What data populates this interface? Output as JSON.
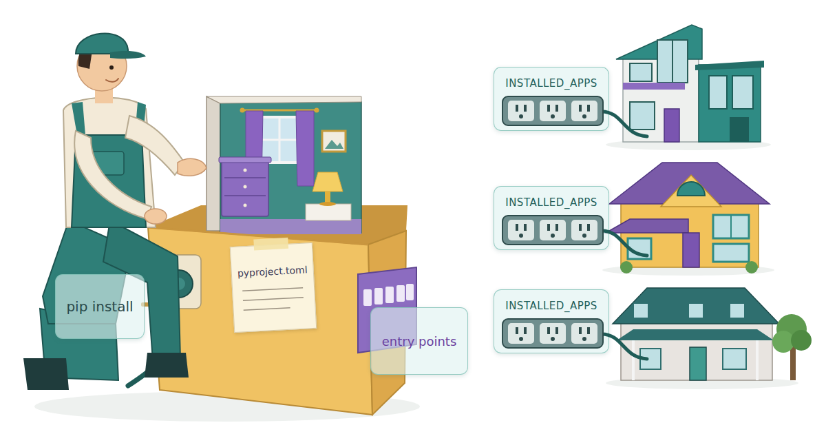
{
  "diagram": {
    "nodes": [
      {
        "text": [
          "pip install"
        ]
      },
      {
        "text": [
          "pyproject.toml"
        ]
      },
      {
        "text": [
          "entry points"
        ]
      },
      {
        "text": [
          "INSTALLED_APPS"
        ]
      },
      {
        "text": [
          "INSTALLED_APPS"
        ]
      },
      {
        "text": [
          "INSTALLED_APPS"
        ]
      }
    ]
  }
}
